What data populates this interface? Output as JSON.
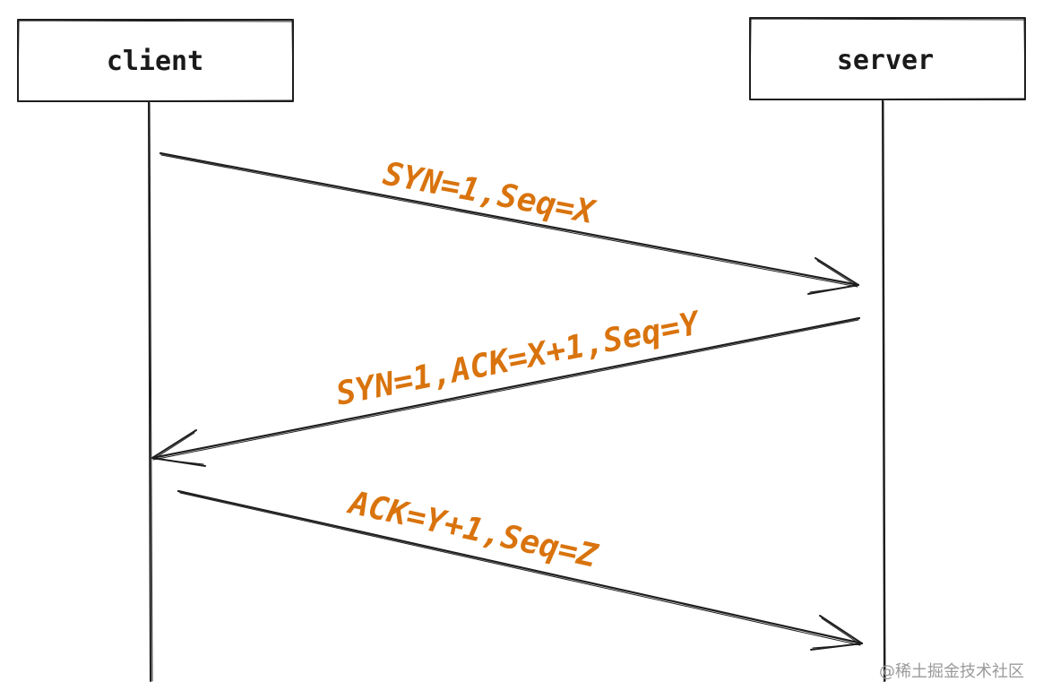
{
  "colors": {
    "label": "#d9730d",
    "stroke": "#1e1e1e",
    "watermark": "#9a9a9a"
  },
  "actors": {
    "client": "client",
    "server": "server"
  },
  "messages": [
    {
      "label": "SYN=1,Seq=X",
      "from": "client",
      "to": "server"
    },
    {
      "label": "SYN=1,ACK=X+1,Seq=Y",
      "from": "server",
      "to": "client"
    },
    {
      "label": "ACK=Y+1,Seq=Z",
      "from": "client",
      "to": "server"
    }
  ],
  "watermark": "@稀土掘金技术社区"
}
